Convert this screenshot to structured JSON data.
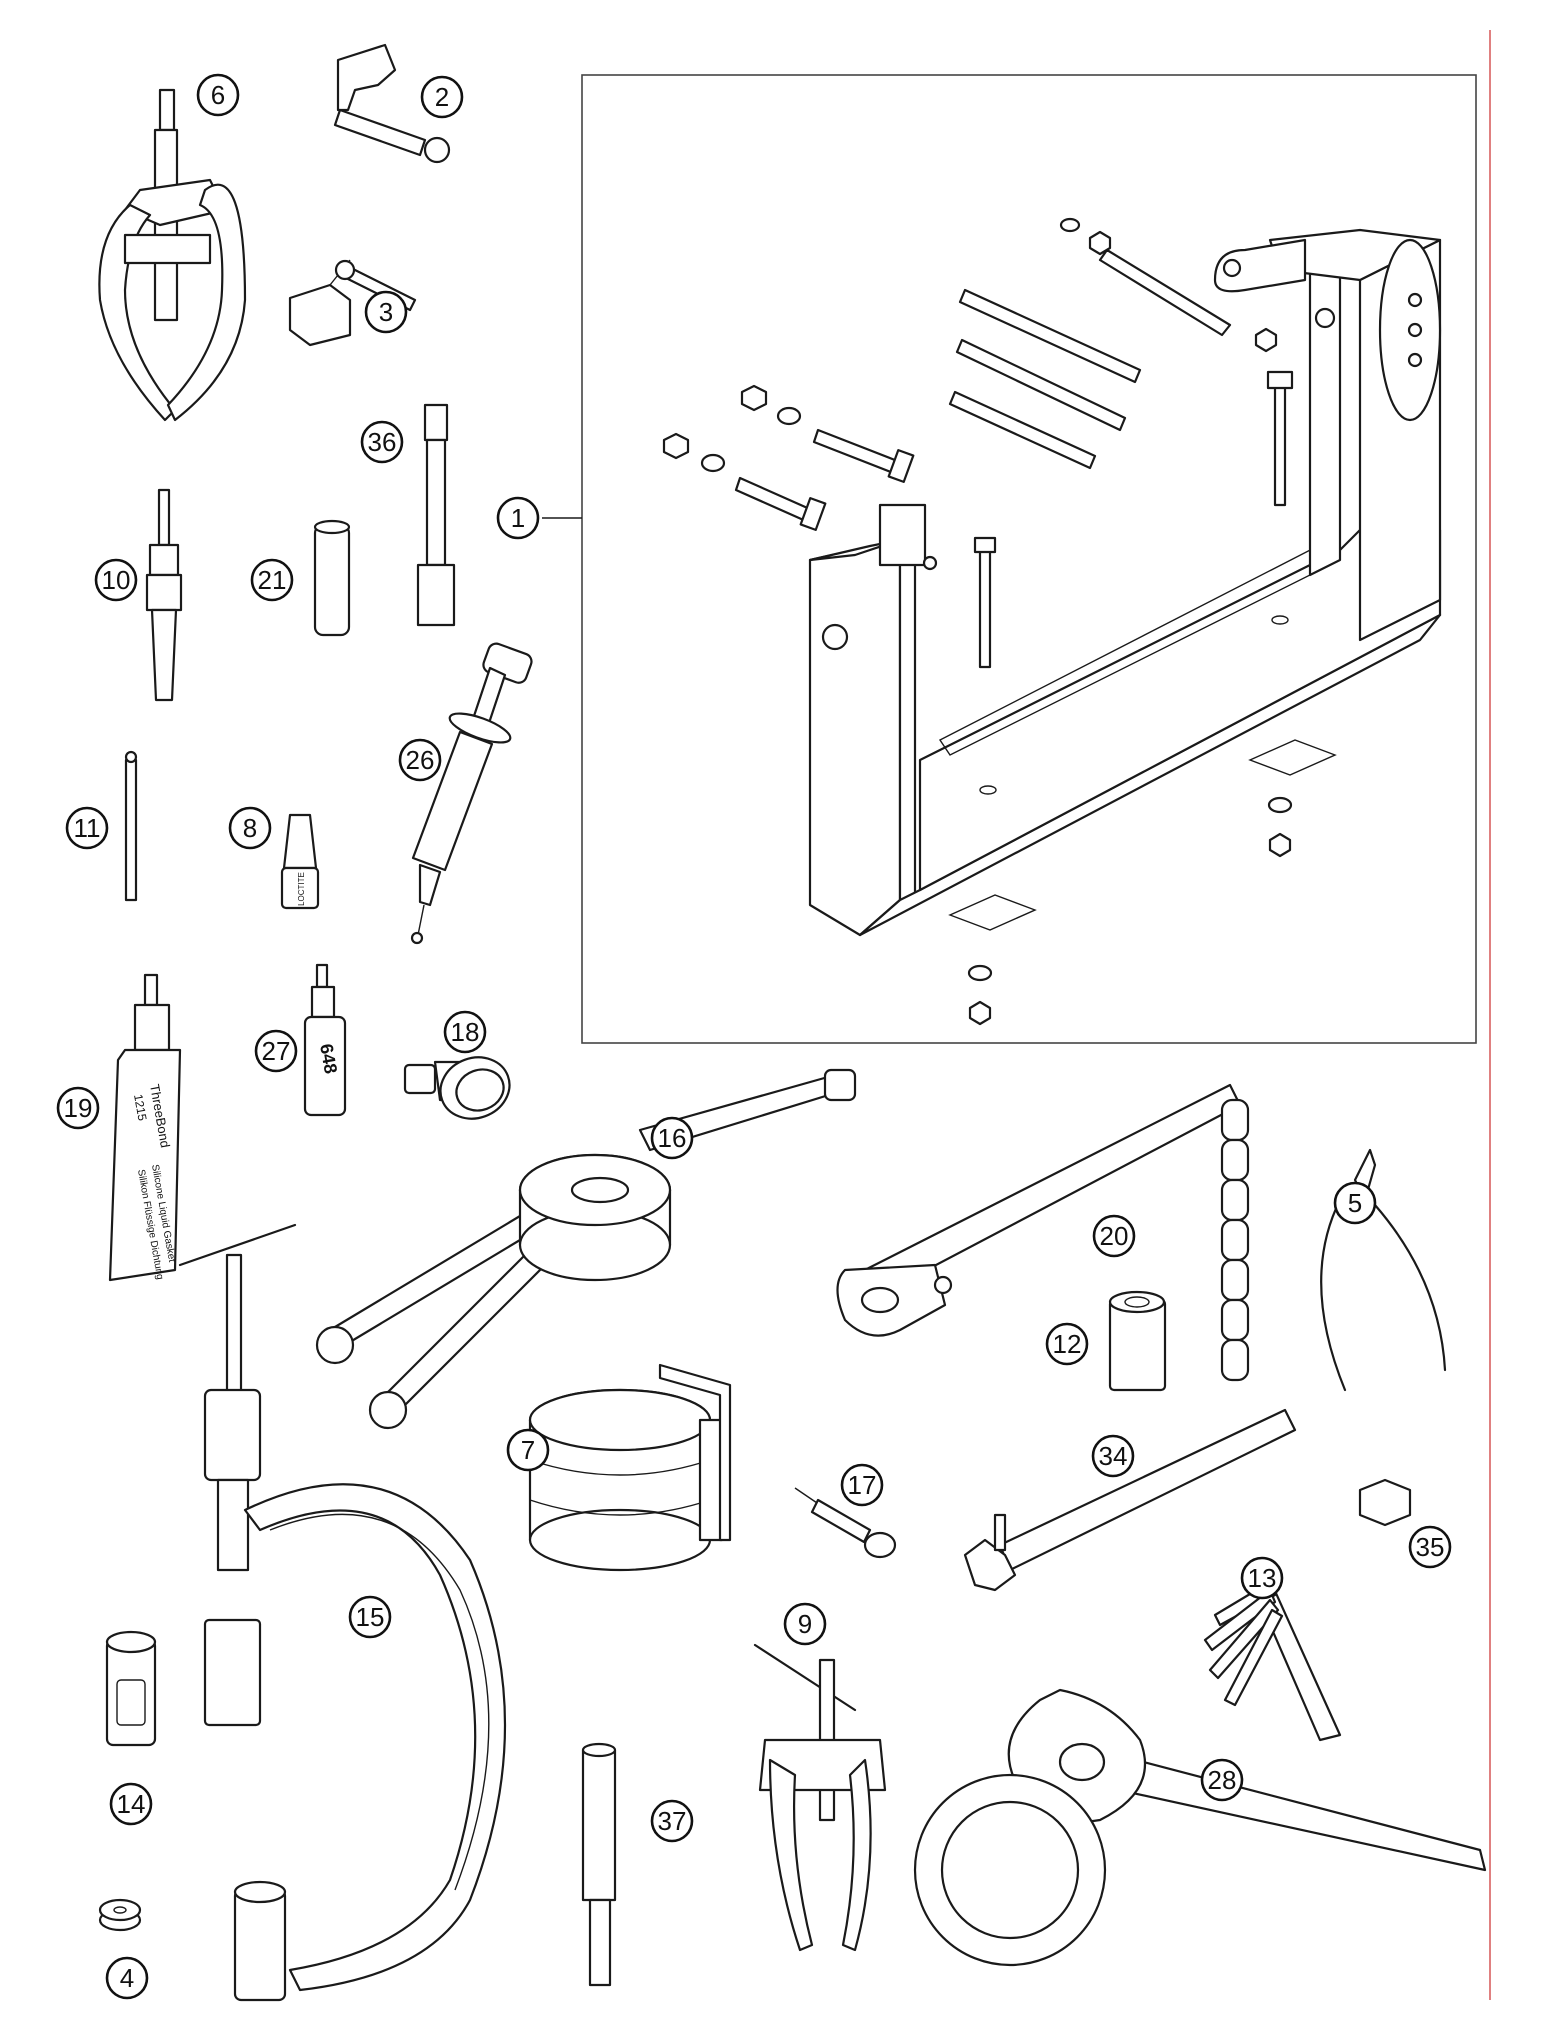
{
  "callouts": [
    {
      "id": "1",
      "label": "1"
    },
    {
      "id": "2",
      "label": "2"
    },
    {
      "id": "3",
      "label": "3"
    },
    {
      "id": "4",
      "label": "4"
    },
    {
      "id": "5",
      "label": "5"
    },
    {
      "id": "6",
      "label": "6"
    },
    {
      "id": "7",
      "label": "7"
    },
    {
      "id": "8",
      "label": "8"
    },
    {
      "id": "9",
      "label": "9"
    },
    {
      "id": "10",
      "label": "10"
    },
    {
      "id": "11",
      "label": "11"
    },
    {
      "id": "12",
      "label": "12"
    },
    {
      "id": "13",
      "label": "13"
    },
    {
      "id": "14",
      "label": "14"
    },
    {
      "id": "15",
      "label": "15"
    },
    {
      "id": "16",
      "label": "16"
    },
    {
      "id": "17",
      "label": "17"
    },
    {
      "id": "18",
      "label": "18"
    },
    {
      "id": "19",
      "label": "19"
    },
    {
      "id": "20",
      "label": "20"
    },
    {
      "id": "21",
      "label": "21"
    },
    {
      "id": "26",
      "label": "26"
    },
    {
      "id": "27",
      "label": "27"
    },
    {
      "id": "28",
      "label": "28"
    },
    {
      "id": "34",
      "label": "34"
    },
    {
      "id": "35",
      "label": "35"
    },
    {
      "id": "36",
      "label": "36"
    },
    {
      "id": "37",
      "label": "37"
    }
  ],
  "product_labels": {
    "threebond_brand": "ThreeBond",
    "threebond_number": "1215",
    "threebond_desc_1": "Silicone Liquid Gasket",
    "threebond_desc_2": "Silikon Flüssige Dichtung",
    "loctite_bottle": "648",
    "loctite_small": "LOCTITE"
  }
}
